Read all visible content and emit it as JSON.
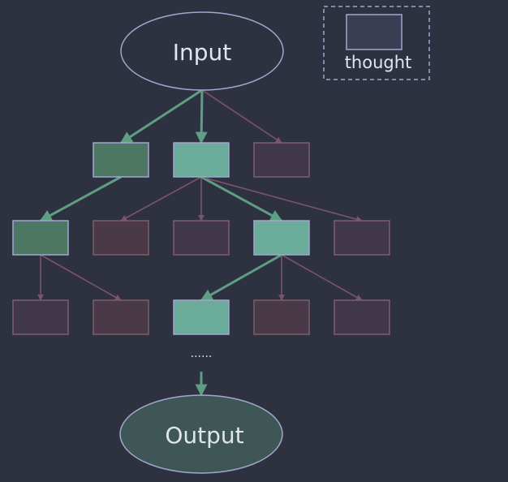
{
  "labels": {
    "input": "Input",
    "output": "Output",
    "legend": "thought",
    "ellipsis": "......"
  },
  "colors": {
    "background": "#2e3240",
    "selected_edge": "#5d9e84",
    "other_edge": "#7a5468",
    "node_stroke": "#a0a8d0",
    "node_stroke_dim": "#7e5d6e",
    "selected_fill": "#6aab9a",
    "visited_fill": "#4d7763",
    "default_fill": "#40384a",
    "pink_fill": "#4a3a48"
  },
  "tree": {
    "levels": [
      [
        {
          "id": "l1-0",
          "state": "visited"
        },
        {
          "id": "l1-1",
          "state": "selected"
        },
        {
          "id": "l1-2",
          "state": "pruned"
        }
      ],
      [
        {
          "id": "l2-0",
          "state": "visited"
        },
        {
          "id": "l2-1",
          "state": "pruned"
        },
        {
          "id": "l2-2",
          "state": "pruned"
        },
        {
          "id": "l2-3",
          "state": "selected"
        },
        {
          "id": "l2-4",
          "state": "pruned"
        }
      ],
      [
        {
          "id": "l3-0",
          "state": "pruned"
        },
        {
          "id": "l3-1",
          "state": "pruned"
        },
        {
          "id": "l3-2",
          "state": "selected"
        },
        {
          "id": "l3-3",
          "state": "pruned"
        },
        {
          "id": "l3-4",
          "state": "pruned"
        }
      ]
    ],
    "edges": [
      {
        "from": "input",
        "to": "l1-0",
        "selected": true
      },
      {
        "from": "input",
        "to": "l1-1",
        "selected": true
      },
      {
        "from": "input",
        "to": "l1-2",
        "selected": false
      },
      {
        "from": "l1-0",
        "to": "l2-0",
        "selected": true
      },
      {
        "from": "l1-1",
        "to": "l2-1",
        "selected": false
      },
      {
        "from": "l1-1",
        "to": "l2-2",
        "selected": false
      },
      {
        "from": "l1-1",
        "to": "l2-3",
        "selected": true
      },
      {
        "from": "l1-1",
        "to": "l2-4",
        "selected": false
      },
      {
        "from": "l2-0",
        "to": "l3-0",
        "selected": false
      },
      {
        "from": "l2-0",
        "to": "l3-1",
        "selected": false
      },
      {
        "from": "l2-3",
        "to": "l3-2",
        "selected": true
      },
      {
        "from": "l2-3",
        "to": "l3-3",
        "selected": false
      },
      {
        "from": "l2-3",
        "to": "l3-4",
        "selected": false
      },
      {
        "from": "ellipsis",
        "to": "output",
        "selected": true
      }
    ]
  }
}
